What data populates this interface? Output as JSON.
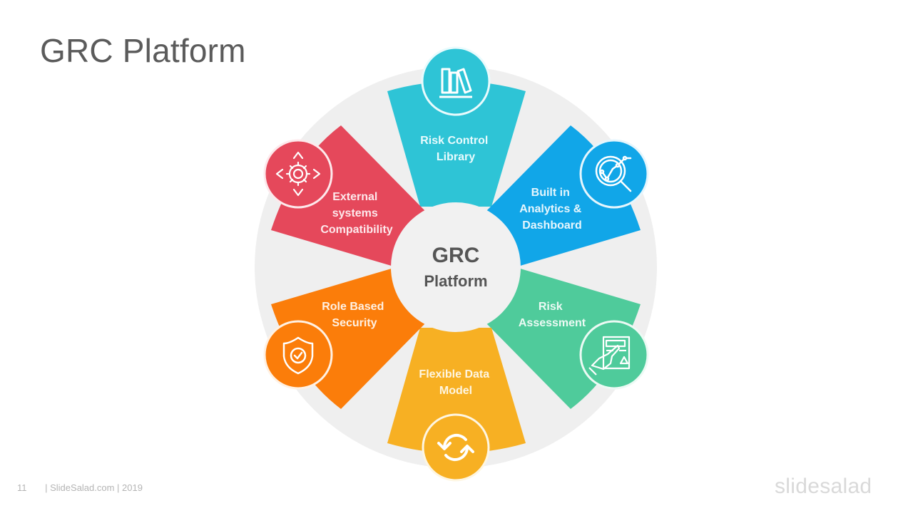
{
  "slide": {
    "title": "GRC Platform",
    "page_number": "11",
    "footer_text": "| SlideSalad.com | 2019",
    "brand": "slidesalad"
  },
  "hub": {
    "line1": "GRC",
    "line2": "Platform"
  },
  "segments": [
    {
      "id": "risk-control-library",
      "lines": [
        "Risk Control",
        "Library"
      ],
      "color": "#2ec4d6",
      "icon": "books-icon",
      "angle": 90
    },
    {
      "id": "built-in-analytics",
      "lines": [
        "Built in",
        "Analytics &",
        "Dashboard"
      ],
      "color": "#11a6e8",
      "icon": "analytics-magnifier-icon",
      "angle": 30
    },
    {
      "id": "risk-assessment",
      "lines": [
        "Risk",
        "Assessment"
      ],
      "color": "#4fcb9b",
      "icon": "document-hand-warning-icon",
      "angle": -30
    },
    {
      "id": "flexible-data-model",
      "lines": [
        "Flexible Data",
        "Model"
      ],
      "color": "#f7b023",
      "icon": "sync-arrows-icon",
      "angle": -90
    },
    {
      "id": "role-based-security",
      "lines": [
        "Role Based",
        "Security"
      ],
      "color": "#fb7d0a",
      "icon": "shield-check-icon",
      "angle": 210
    },
    {
      "id": "external-systems",
      "lines": [
        "External",
        "systems",
        "Compatibility"
      ],
      "color": "#e5485b",
      "icon": "gear-arrows-icon",
      "angle": 150
    }
  ],
  "colors": {
    "ring": "#efefef",
    "hub_fill": "#f1f1f1",
    "hub_text": "#555555",
    "title": "#5b5b5b"
  }
}
